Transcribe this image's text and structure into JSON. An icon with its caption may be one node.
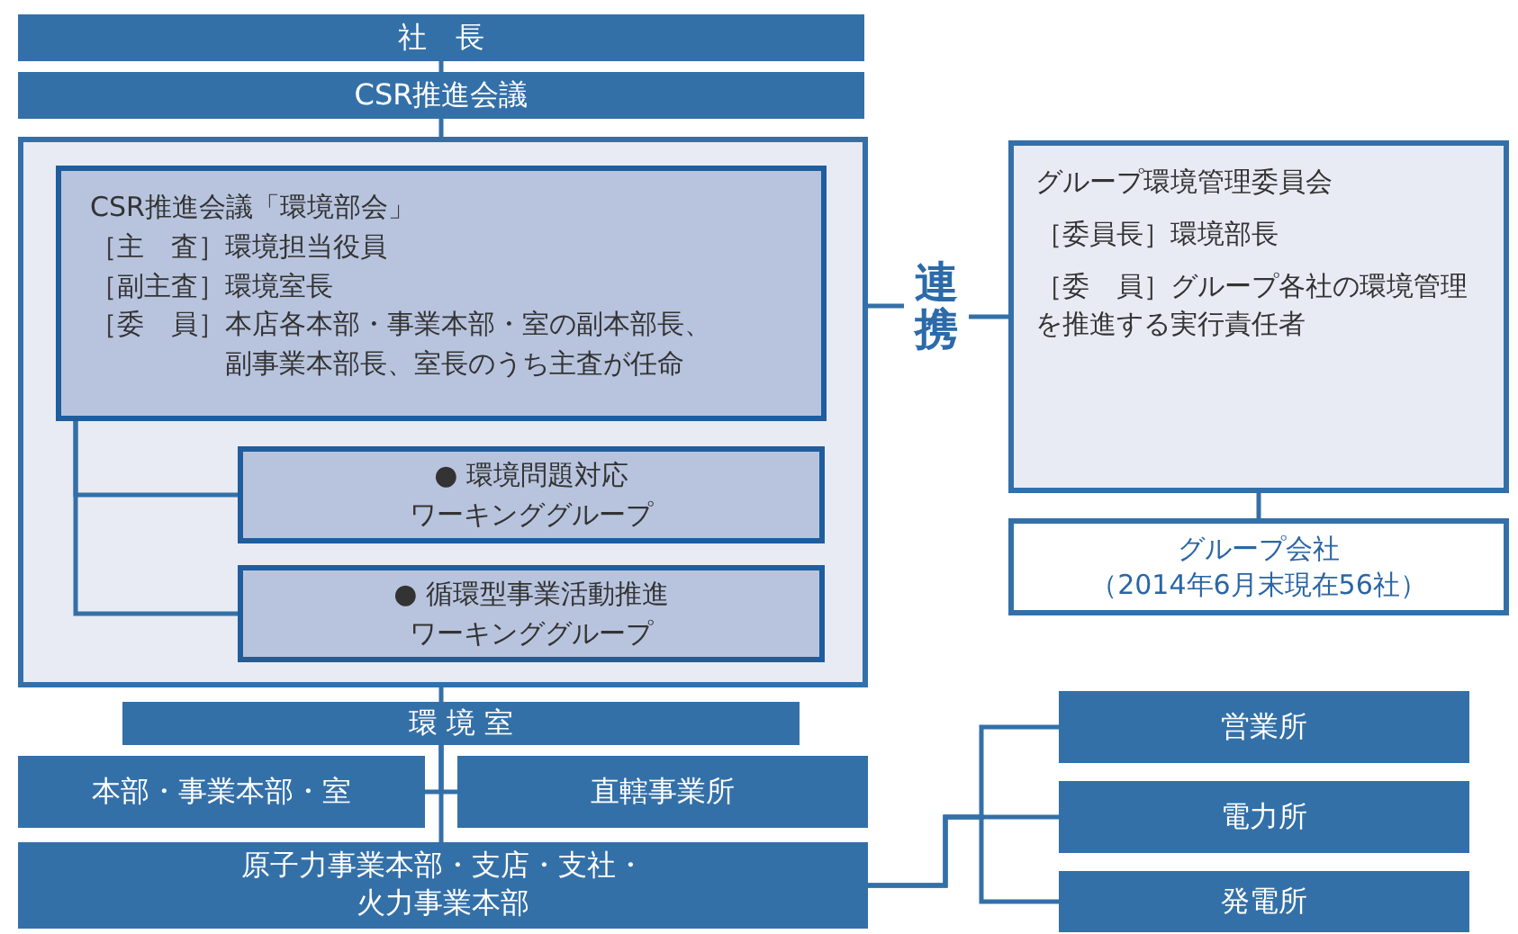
{
  "diagram": {
    "nodes": [
      {
        "text": [
          "社　長"
        ]
      },
      {
        "text": [
          "CSR推進会議"
        ]
      },
      {
        "text": [],
        "shape": "box"
      },
      {
        "text": [
          "CSR推進会議「環境部会」",
          "［主　査］環境担当役員",
          "［副主査］環境室長",
          "［委　員］本店各本部・事業本部・室の副本部長、副事業本部長、室長のうち主査が任命"
        ],
        "in": 2
      },
      {
        "text": [
          "● 環境問題対応",
          "ワーキンググループ"
        ],
        "in": 2
      },
      {
        "text": [
          "● 循環型事業活動推進",
          "ワーキンググループ"
        ],
        "in": 2
      },
      {
        "text": [
          "連携"
        ]
      },
      {
        "text": [
          "グループ環境管理委員会",
          "［委員長］環境部長",
          "［委　員］グループ各社の環境管理を推進する実行責任者"
        ]
      },
      {
        "text": [
          "グループ会社",
          "（2014年6月末現在56社）"
        ]
      },
      {
        "text": [
          "環 境 室"
        ]
      },
      {
        "text": [
          "本部・事業本部・室"
        ]
      },
      {
        "text": [
          "直轄事業所"
        ]
      },
      {
        "text": [
          "原子力事業本部・支店・支社・火力事業本部"
        ]
      },
      {
        "text": [
          "営業所"
        ]
      },
      {
        "text": [
          "電力所"
        ]
      },
      {
        "text": [
          "発電所"
        ]
      }
    ],
    "edges": [
      {
        "from": 0,
        "to": 1,
        "arrow": "none"
      },
      {
        "from": 1,
        "to": 2,
        "arrow": "none"
      },
      {
        "from": 3,
        "to": 4,
        "arrow": "none"
      },
      {
        "from": 3,
        "to": 5,
        "arrow": "none"
      },
      {
        "from": 2,
        "to": 6,
        "arrow": "none"
      },
      {
        "from": 6,
        "to": 7,
        "arrow": "none"
      },
      {
        "from": 7,
        "to": 8,
        "arrow": "none"
      },
      {
        "from": 2,
        "to": 9,
        "arrow": "none"
      },
      {
        "from": 9,
        "to": 10,
        "arrow": "none"
      },
      {
        "from": 9,
        "to": 11,
        "arrow": "none"
      },
      {
        "from": 9,
        "to": 12,
        "arrow": "none"
      },
      {
        "from": 12,
        "to": 13,
        "arrow": "none"
      },
      {
        "from": 12,
        "to": 14,
        "arrow": "none"
      },
      {
        "from": 12,
        "to": 15,
        "arrow": "none"
      }
    ]
  }
}
